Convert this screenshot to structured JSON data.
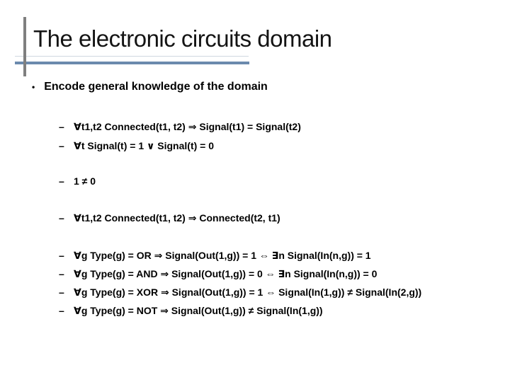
{
  "slide": {
    "title": "The electronic circuits domain",
    "bullet": "Encode general knowledge of the domain",
    "bullet_marker": "•",
    "dash_marker": "–"
  },
  "formula_groups": [
    {
      "items": [
        "∀t1,t2 Connected(t1, t2) ⇒ Signal(t1) = Signal(t2)",
        "∀t Signal(t) = 1 ∨ Signal(t) = 0"
      ]
    },
    {
      "items": [
        "1 ≠ 0"
      ]
    },
    {
      "items": [
        "∀t1,t2 Connected(t1, t2) ⇒ Connected(t2, t1)"
      ]
    },
    {
      "items": [
        "∀g Type(g) = OR ⇒ Signal(Out(1,g)) = 1 ⇔ ∃n Signal(In(n,g)) = 1",
        "∀g Type(g) = AND ⇒ Signal(Out(1,g)) = 0 ⇔ ∃n Signal(In(n,g)) = 0",
        "∀g Type(g) = XOR ⇒ Signal(Out(1,g)) = 1 ⇔ Signal(In(1,g)) ≠ Signal(In(2,g))",
        "∀g Type(g) = NOT ⇒ Signal(Out(1,g)) ≠ Signal(In(1,g))"
      ]
    }
  ],
  "colors": {
    "vertical_line_gray": "#7f7f7f",
    "underline_blue": "#6b8aad",
    "thin_line_gray": "#cfd7df",
    "title_text": "#141414",
    "body_text": "#000000",
    "background": "#ffffff"
  }
}
